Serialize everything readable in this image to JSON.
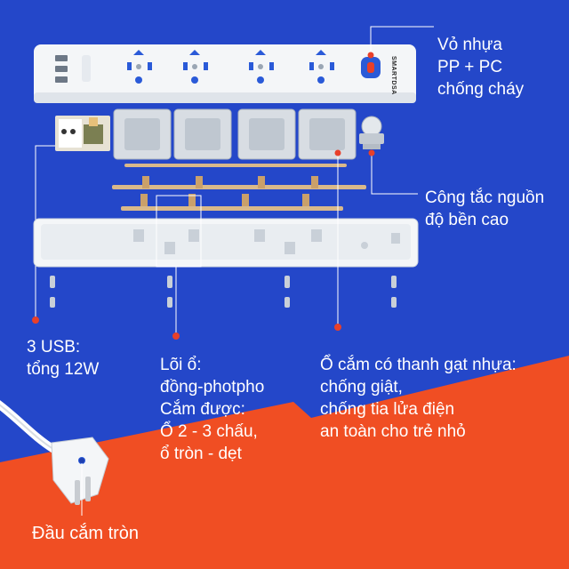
{
  "colors": {
    "background_blue": "#2447c9",
    "background_orange": "#f04e23",
    "accent_red": "#e8402a",
    "socket_blue": "#2a5ad8",
    "plastic_white": "#f4f6f8"
  },
  "product": {
    "brand_mark": "SMARTDSA"
  },
  "callouts": {
    "shell": {
      "lines": [
        "Vỏ nhựa",
        "PP + PC",
        "chống cháy"
      ]
    },
    "switch": {
      "lines": [
        "Công tắc nguồn",
        "độ bền cao"
      ]
    },
    "usb": {
      "lines": [
        "3 USB:",
        "tổng 12W"
      ]
    },
    "core": {
      "lines": [
        "Lõi ổ:",
        "đồng-photpho",
        "Cắm được:",
        "Ổ 2 - 3 chấu,",
        "ổ tròn - dẹt"
      ]
    },
    "shutter": {
      "lines": [
        "Ổ cắm có thanh gạt nhựa:",
        "chống giật,",
        "chống tia lửa điện",
        "an toàn cho trẻ nhỏ"
      ]
    },
    "plug": {
      "lines": [
        "Đầu cắm tròn"
      ]
    }
  }
}
